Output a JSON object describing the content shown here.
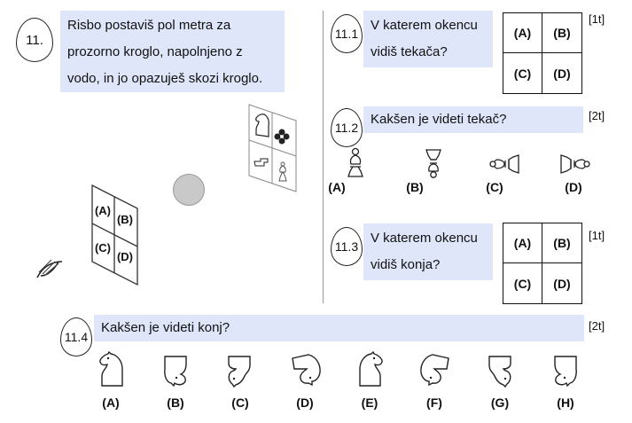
{
  "q11": {
    "number": "11.",
    "intro_lines": [
      "Risbo postaviš pol metra za",
      "prozorno kroglo, napolnjeno z",
      "vodo, in jo opazuješ skozi kroglo."
    ],
    "window_cells": [
      "(A)",
      "(B)",
      "(C)",
      "(D)"
    ]
  },
  "q11_1": {
    "number": "11.1",
    "lines": [
      "V katerem okencu",
      "vidiš tekača?"
    ],
    "cells": [
      "(A)",
      "(B)",
      "(C)",
      "(D)"
    ],
    "points": "[1t]"
  },
  "q11_2": {
    "number": "11.2",
    "text": "Kakšen je videti tekač?",
    "points": "[2t]",
    "options": [
      "(A)",
      "(B)",
      "(C)",
      "(D)"
    ]
  },
  "q11_3": {
    "number": "11.3",
    "lines": [
      "V katerem okencu",
      "vidiš konja?"
    ],
    "cells": [
      "(A)",
      "(B)",
      "(C)",
      "(D)"
    ],
    "points": "[1t]"
  },
  "q11_4": {
    "number": "11.4",
    "text": "Kakšen je videti konj?",
    "points": "[2t]",
    "options": [
      "(A)",
      "(B)",
      "(C)",
      "(D)",
      "(E)",
      "(F)",
      "(G)",
      "(H)"
    ]
  }
}
